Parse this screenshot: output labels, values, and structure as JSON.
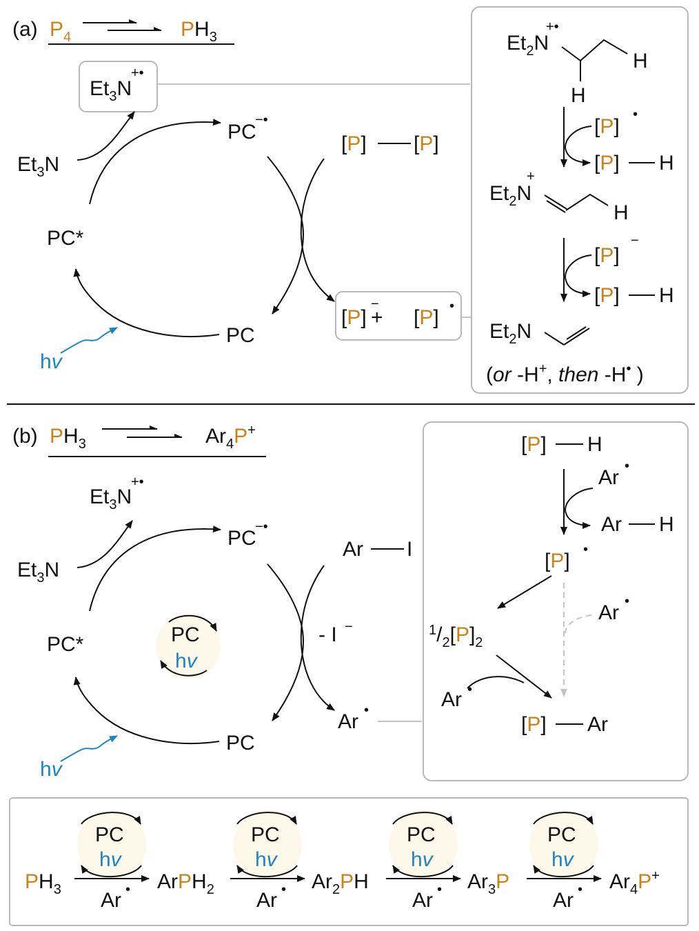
{
  "section_a": {
    "label": "(a)",
    "transform_from": "P4",
    "transform_to": "PH3",
    "species": {
      "et3n_rad": "Et3N+•",
      "et3n": "Et3N",
      "pc_rad": "PC−•",
      "pc_star": "PC*",
      "pc": "PC",
      "p_dimer": "[P]—[P]",
      "p_split": "[P]− + [P]•",
      "hv": "hv"
    },
    "mechanism": {
      "step1_amine_radical": "Et2N+• (CH2-CH2-H)",
      "reagent1": "[P]•",
      "product1": "[P]—H",
      "iminium": "Et2N+=CH-CH2-H",
      "reagent2": "[P]−",
      "product2": "[P]—H",
      "enamine": "Et2N-CH=CH2",
      "note": "(or -H+, then -H•)"
    }
  },
  "section_b": {
    "label": "(b)",
    "transform_from": "PH3",
    "transform_to": "Ar4P+",
    "species": {
      "et3n_rad": "Et3N+•",
      "et3n": "Et3N",
      "pc_rad": "PC−•",
      "pc_star": "PC*",
      "pc": "PC",
      "ar_i": "Ar—I",
      "iodide": "- I −",
      "ar_rad": "Ar•",
      "hv": "hv",
      "mini_cycle_pc": "PC",
      "mini_cycle_hv": "hv"
    },
    "mechanism": {
      "p_h": "[P]—H",
      "ar_rad_1": "Ar•",
      "ar_h": "Ar—H",
      "p_rad": "[P]•",
      "half_dimer": "1/2[P]2",
      "ar_rad_2": "Ar•",
      "ar_rad_3": "Ar•",
      "p_ar": "[P]—Ar"
    }
  },
  "bottom_sequence": {
    "species": [
      "PH3",
      "ArPH2",
      "Ar2PH",
      "Ar3P",
      "Ar4P+"
    ],
    "cycle_pc": "PC",
    "cycle_hv": "hv",
    "reagent": "Ar•"
  },
  "colors": {
    "phosphorus": "#C8841A",
    "light": "#1b86c4",
    "box_border": "#b8b8b8",
    "cycle_fill": "#fdf8ea"
  }
}
